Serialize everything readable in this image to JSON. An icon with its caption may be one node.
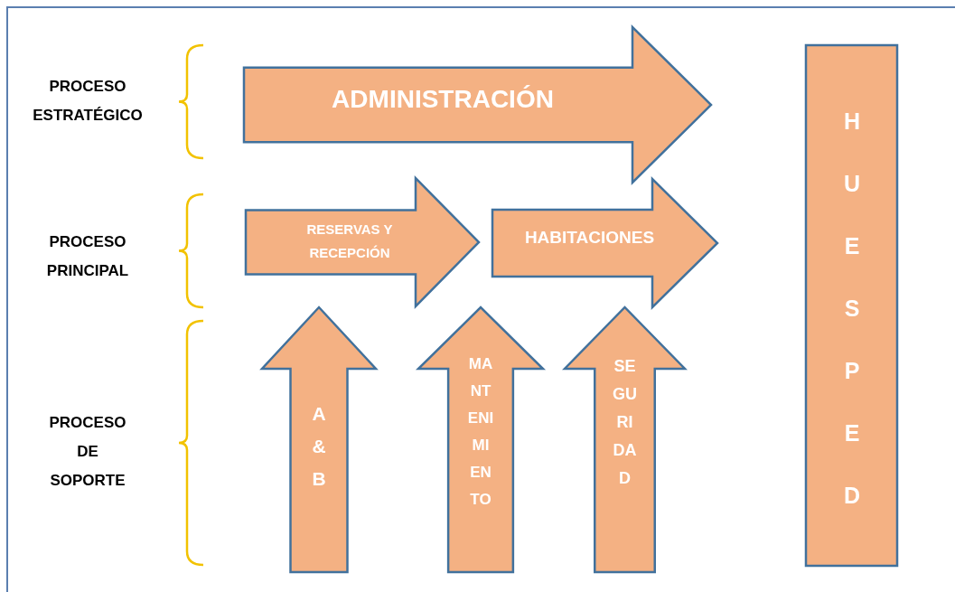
{
  "diagram": {
    "nodes": [
      {
        "text": [
          "ADMINISTRACIÓN"
        ]
      },
      {
        "text": [
          "RESERVAS Y RECEPCIÓN"
        ]
      },
      {
        "text": [
          "HABITACIONES"
        ]
      },
      {
        "text": [
          "A&B"
        ]
      },
      {
        "text": [
          "MANTENIMIENTO"
        ]
      },
      {
        "text": [
          "SEGURIDAD"
        ]
      },
      {
        "text": [
          "HUESPED"
        ]
      }
    ],
    "edges": [],
    "labels": [
      "PROCESO ESTRATÉGICO",
      "PROCESO PRINCIPAL",
      "PROCESO DE SOPORTE"
    ]
  }
}
